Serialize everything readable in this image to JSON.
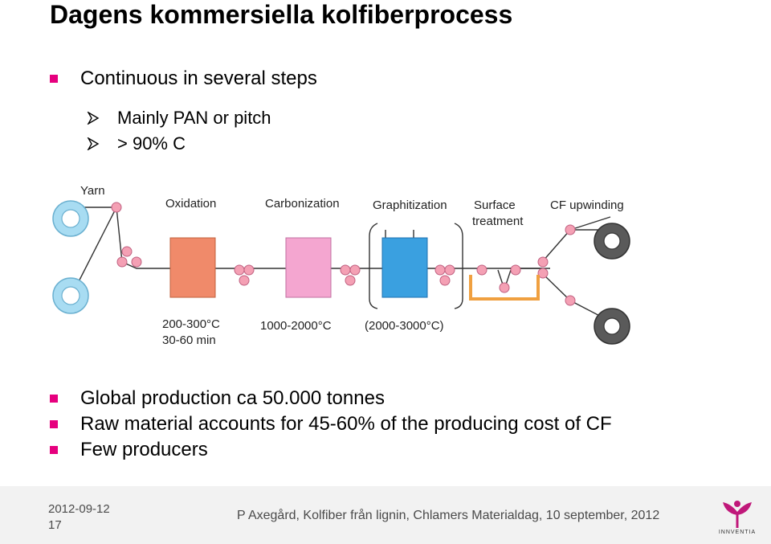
{
  "slide": {
    "title": "Dagens kommersiella kolfiberprocess",
    "bullets_top": [
      "Continuous in several steps"
    ],
    "sub_bullets": [
      "Mainly PAN or pitch",
      "> 90% C"
    ],
    "bullets_bottom": [
      "Global production ca 50.000 tonnes",
      "Raw material accounts for 45-60% of the producing cost of CF",
      "Few producers"
    ]
  },
  "diagram": {
    "labels": {
      "yarn": "Yarn",
      "oxidation": "Oxidation",
      "carbonization": "Carbonization",
      "graphitization": "Graphitization",
      "surface_1": "Surface",
      "surface_2": "treatment",
      "cf_upwinding": "CF upwinding",
      "oxidation_temp": "200-300°C",
      "oxidation_time": "30-60 min",
      "carbonization_temp": "1000-2000°C",
      "graphitization_temp": "(2000-3000°C)"
    },
    "colors": {
      "oxidation": "#f08a6a",
      "carbonization": "#f4a6d0",
      "graphitization": "#3aa0e0",
      "roller": "#f4a0b4",
      "spool_in": "#a8dcf2",
      "spool_out": "#5a5a5a",
      "bath": "#f0a040"
    }
  },
  "footer": {
    "date": "2012-09-12",
    "page": "17",
    "text": "P Axegård, Kolfiber från lignin, Chlamers Materialdag, 10 september, 2012",
    "logo_text": "INNVENTIA"
  }
}
